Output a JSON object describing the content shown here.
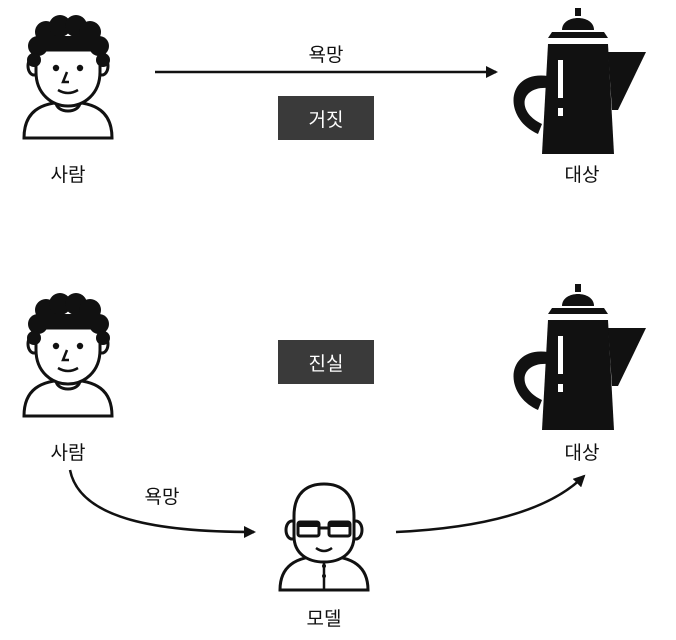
{
  "top": {
    "person_label": "사람",
    "object_label": "대상",
    "arrow_label": "욕망",
    "badge": "거짓"
  },
  "bottom": {
    "person_label": "사람",
    "object_label": "대상",
    "model_label": "모델",
    "arrow_label": "욕망",
    "badge": "진실"
  }
}
